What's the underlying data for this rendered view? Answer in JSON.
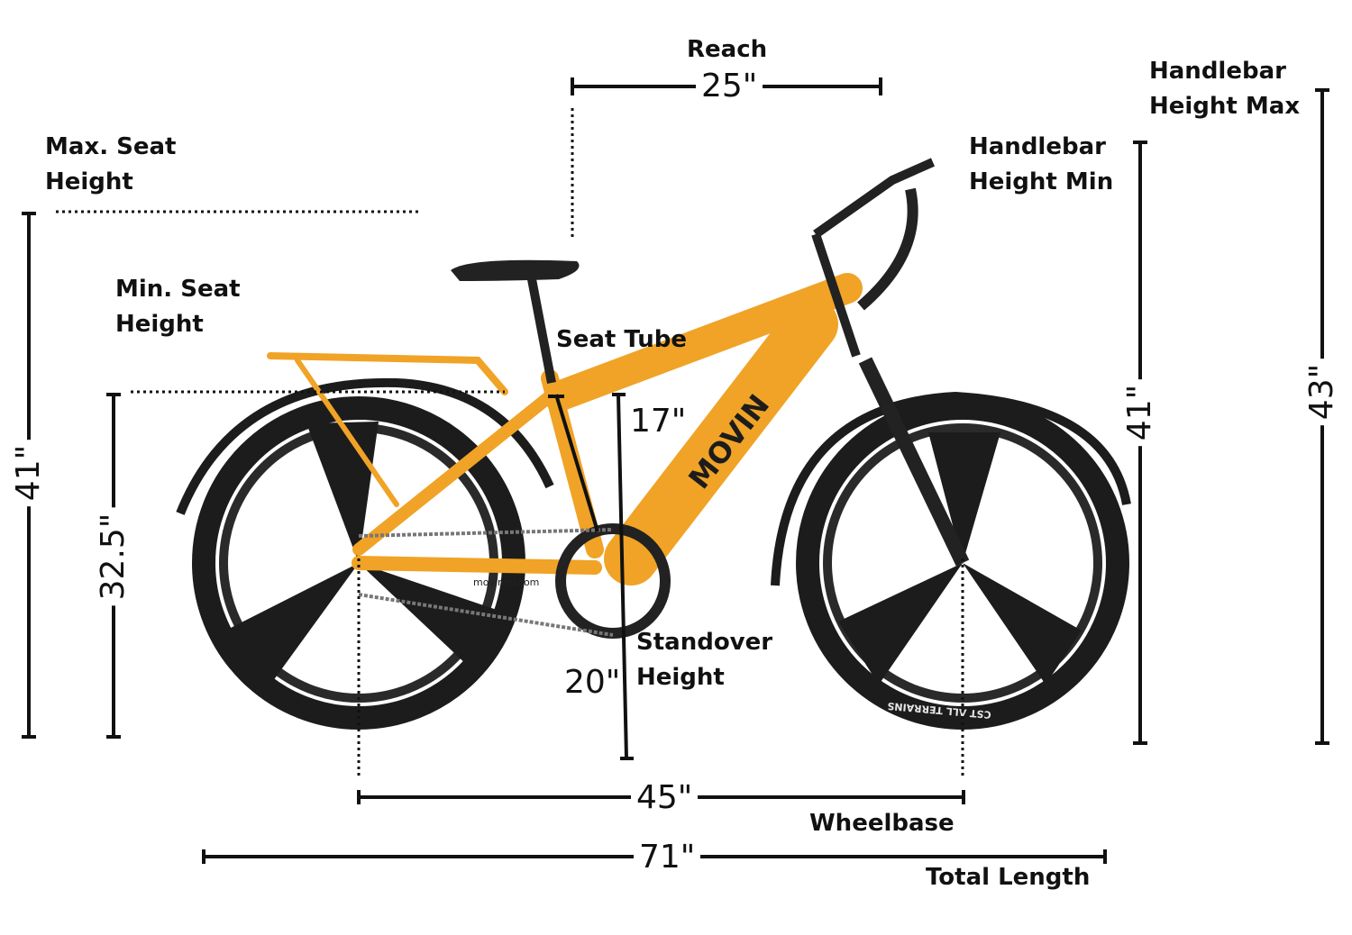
{
  "colors": {
    "frame": "#F0A326",
    "tire": "#1c1c1c",
    "line": "#111111"
  },
  "bike": {
    "brand": "MOVIN",
    "website": "movinev.com",
    "tire_text": "CST ALL TERRAINS"
  },
  "dimensions": {
    "reach": {
      "label": "Reach",
      "value": "25\""
    },
    "max_seat_height": {
      "label_line1": "Max. Seat",
      "label_line2": "Height",
      "value": "41\""
    },
    "min_seat_height": {
      "label_line1": "Min. Seat",
      "label_line2": "Height",
      "value": "32.5\""
    },
    "seat_tube": {
      "label": "Seat Tube",
      "value": "17\""
    },
    "standover_height": {
      "label_line1": "Standover",
      "label_line2": "Height",
      "value": "20\""
    },
    "wheelbase": {
      "label": "Wheelbase",
      "value": "45\""
    },
    "total_length": {
      "label": "Total Length",
      "value": "71\""
    },
    "handlebar_height_min": {
      "label_line1": "Handlebar",
      "label_line2": "Height Min",
      "value": "41\""
    },
    "handlebar_height_max": {
      "label_line1": "Handlebar",
      "label_line2": "Height Max",
      "value": "43\""
    }
  }
}
